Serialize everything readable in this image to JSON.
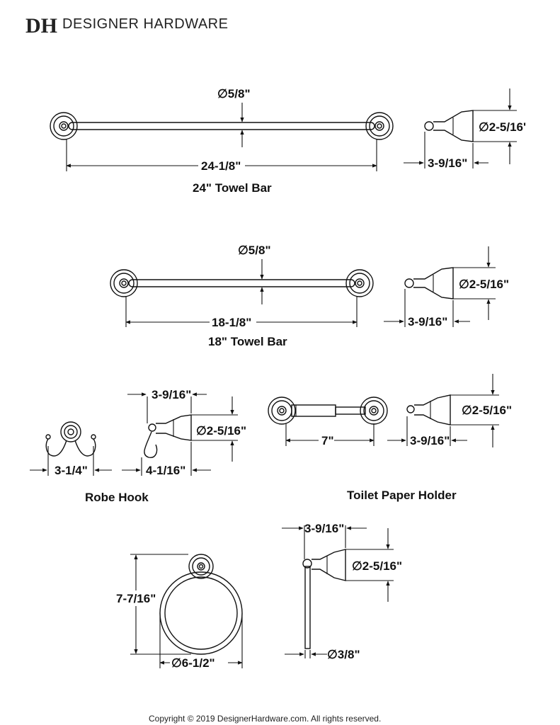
{
  "brand": {
    "name": "DESIGNER HARDWARE",
    "logo_letters": "DH"
  },
  "copyright": "Copyright © 2019 DesignerHardware.com. All rights reserved.",
  "towel_bar_24": {
    "title": "24\" Towel Bar",
    "diameter": "∅5/8\"",
    "length": "24-1/8\"",
    "side_height": "∅2-5/16'",
    "side_depth": "3-9/16\""
  },
  "towel_bar_18": {
    "title": "18\" Towel Bar",
    "diameter": "∅5/8\"",
    "length": "18-1/8\"",
    "side_height": "∅2-5/16\"",
    "side_depth": "3-9/16\""
  },
  "robe_hook": {
    "title": "Robe Hook",
    "width": "3-1/4\"",
    "top_depth": "3-9/16\"",
    "side_height": "∅2-5/16\"",
    "bottom_depth": "4-1/16\""
  },
  "toilet_paper_holder": {
    "title": "Toilet Paper Holder",
    "width": "7\"",
    "side_height": "∅2-5/16\"",
    "side_depth": "3-9/16\""
  },
  "towel_ring": {
    "height": "7-7/16\"",
    "diameter": "∅6-1/2\"",
    "side_depth": "3-9/16\"",
    "side_height": "∅2-5/16\"",
    "rod_diameter": "∅3/8\""
  }
}
